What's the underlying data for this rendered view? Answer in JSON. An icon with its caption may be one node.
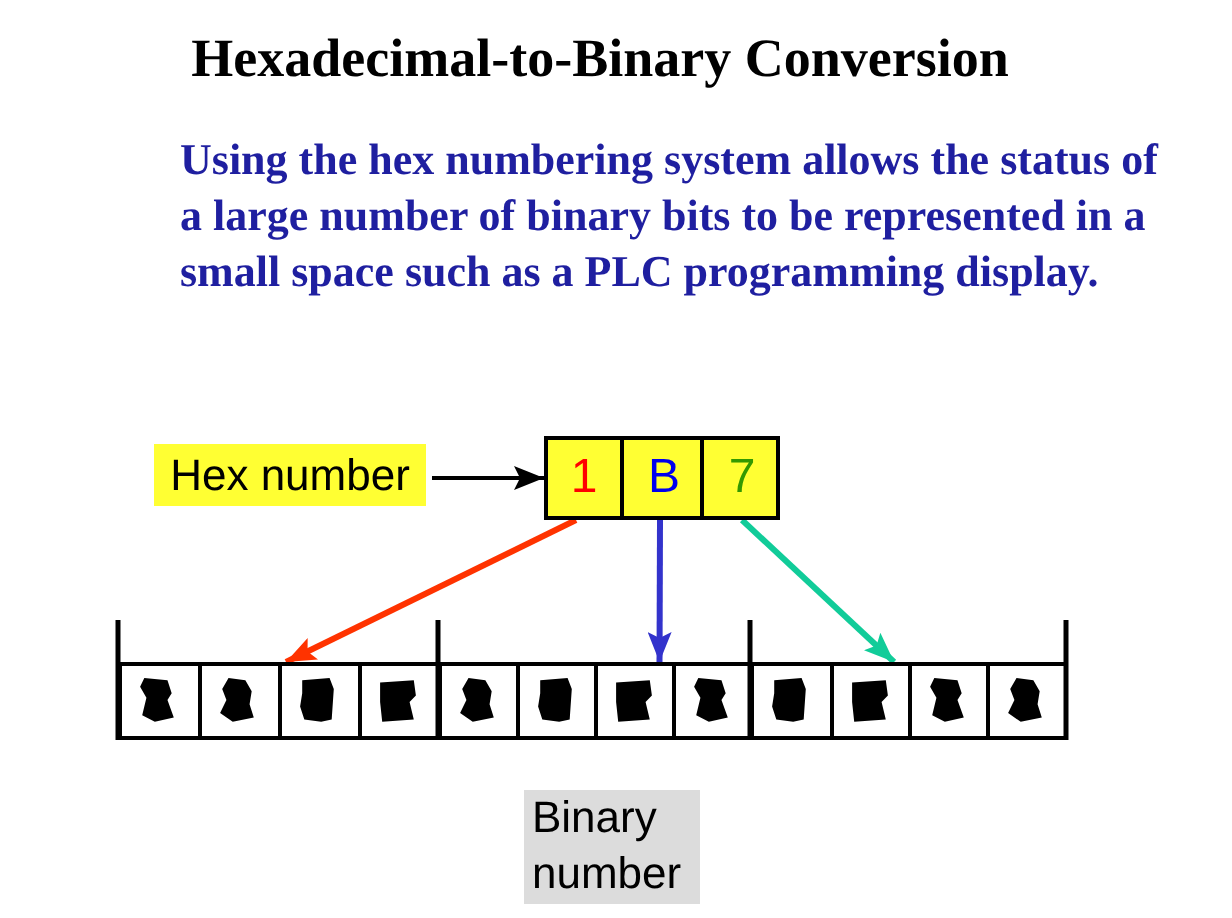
{
  "diagram": {
    "title": "Hexadecimal-to-Binary Conversion",
    "nodes": [
      {
        "text": [
          "Hex number"
        ]
      },
      {
        "text": [],
        "shape": "box"
      },
      {
        "text": [
          "1"
        ],
        "in": 1
      },
      {
        "text": [
          "B"
        ],
        "in": 1
      },
      {
        "text": [
          "7"
        ],
        "in": 1
      },
      {
        "text": [],
        "shape": "box"
      },
      {
        "text": [],
        "shape": "box",
        "in": 5
      },
      {
        "text": [],
        "shape": "box",
        "in": 5
      },
      {
        "text": [],
        "shape": "box",
        "in": 5
      },
      {
        "text": [],
        "shape": "box",
        "in": 5
      },
      {
        "text": [],
        "shape": "box"
      },
      {
        "text": [],
        "shape": "box",
        "in": 10
      },
      {
        "text": [],
        "shape": "box",
        "in": 10
      },
      {
        "text": [],
        "shape": "box",
        "in": 10
      },
      {
        "text": [],
        "shape": "box",
        "in": 10
      },
      {
        "text": [],
        "shape": "box"
      },
      {
        "text": [],
        "shape": "box",
        "in": 15
      },
      {
        "text": [],
        "shape": "box",
        "in": 15
      },
      {
        "text": [],
        "shape": "box",
        "in": 15
      },
      {
        "text": [],
        "shape": "box",
        "in": 15
      },
      {
        "text": [
          "Binary number"
        ]
      }
    ],
    "edges": [
      {
        "from": 0,
        "to": 1,
        "arrow": "to"
      },
      {
        "from": 2,
        "to": 5,
        "arrow": "to",
        "color": "#ff3300"
      },
      {
        "from": 3,
        "to": 10,
        "arrow": "to",
        "color": "#3333cc"
      },
      {
        "from": 4,
        "to": 15,
        "arrow": "to",
        "color": "#11cc99"
      }
    ],
    "labels": [
      "Using the hex numbering system allows the status of a large number of binary bits to be represented in a small space such as a PLC programming display."
    ]
  }
}
